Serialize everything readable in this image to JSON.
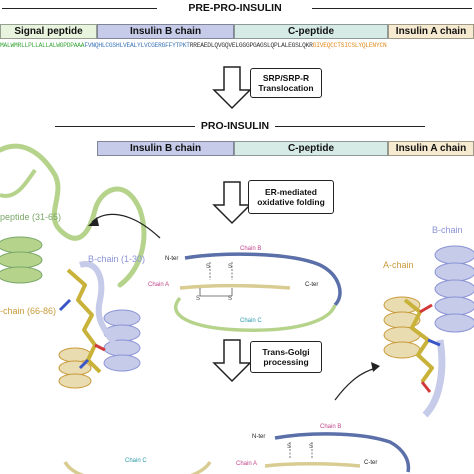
{
  "pre_title": "PRE-PRO-INSULIN",
  "pro_title": "PRO-INSULIN",
  "pre_segments": [
    "Signal peptide",
    "Insulin B chain",
    "C-peptide",
    "Insulin A chain"
  ],
  "pro_segments": [
    "Insulin B chain",
    "C-peptide",
    "Insulin A chain"
  ],
  "sequence": {
    "signal": "MALWMRLLPLLALLALWGPDPAAA",
    "bchain": "FVNQHLCGSHLVEALYLVCGERGFFYTPKT",
    "cpep": "RREAEDLQVGQVELGGGPGAGSLQPLALEGSLQKR",
    "achain": "GIVEQCCTSICSLYQLENYCN"
  },
  "steps": [
    {
      "line1": "SRP/SRP-R",
      "line2": "Translocation"
    },
    {
      "line1": "ER-mediated",
      "line2": "oxidative folding"
    },
    {
      "line1": "Trans-Golgi",
      "line2": "processing"
    }
  ],
  "structure_labels": {
    "cpeptide_left": "peptide (31-65)",
    "bchain_left": "B-chain (1-30)",
    "achain_left": "-chain (66-86)",
    "bchain_right": "B-chain",
    "achain_right": "A-chain"
  },
  "schematic1": {
    "chain_b": "Chain B",
    "chain_a": "Chain A",
    "chain_c": "Chain C",
    "nter": "N-ter",
    "cter": "C-ter",
    "s": "S"
  },
  "schematic2": {
    "chain_b": "Chain B",
    "chain_a": "Chain A",
    "chain_c": "Chain C",
    "nter": "N-ter",
    "cter": "C-ter",
    "s": "S"
  },
  "colors": {
    "signal": "#e9f4df",
    "bchain": "#c5cbe8",
    "cpep": "#d7ebe6",
    "achain": "#f6ead0",
    "seq_signal": "#3aa63a",
    "seq_bchain": "#3a74b8",
    "seq_cpep": "#333333",
    "seq_achain": "#e08a1a",
    "blue_chain": "#5b6fa8",
    "tan_chain": "#d9cc92",
    "green_chain": "#b6d38c",
    "label_b": "#8b93d6",
    "label_a": "#c99a3a",
    "label_c_green": "#7aa86a",
    "pink": "#c0458a",
    "teal": "#2a9aa8"
  }
}
